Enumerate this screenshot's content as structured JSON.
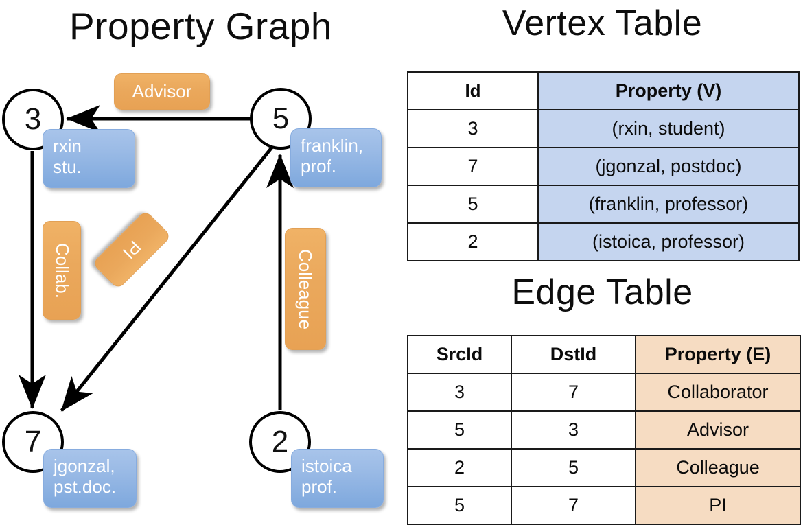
{
  "titles": {
    "property_graph": "Property Graph",
    "vertex_table": "Vertex Table",
    "edge_table": "Edge Table"
  },
  "graph": {
    "nodes": [
      {
        "id": "3",
        "property_lines": [
          "rxin",
          "stu."
        ]
      },
      {
        "id": "5",
        "property_lines": [
          "franklin,",
          "prof."
        ]
      },
      {
        "id": "7",
        "property_lines": [
          "jgonzal,",
          "pst.doc."
        ]
      },
      {
        "id": "2",
        "property_lines": [
          "istoica",
          "prof."
        ]
      }
    ],
    "edge_labels": [
      {
        "name": "advisor",
        "text": "Advisor"
      },
      {
        "name": "collab",
        "text": "Collab."
      },
      {
        "name": "pi",
        "text": "PI"
      },
      {
        "name": "colleague",
        "text": "Colleague"
      }
    ],
    "edges": [
      {
        "src": "5",
        "dst": "3",
        "label": "Advisor"
      },
      {
        "src": "3",
        "dst": "7",
        "label": "Collab."
      },
      {
        "src": "5",
        "dst": "7",
        "label": "PI"
      },
      {
        "src": "2",
        "dst": "5",
        "label": "Colleague"
      }
    ]
  },
  "vertex_table": {
    "headers": [
      "Id",
      "Property (V)"
    ],
    "rows": [
      [
        "3",
        "(rxin, student)"
      ],
      [
        "7",
        "(jgonzal, postdoc)"
      ],
      [
        "5",
        "(franklin, professor)"
      ],
      [
        "2",
        "(istoica, professor)"
      ]
    ]
  },
  "edge_table": {
    "headers": [
      "SrcId",
      "DstId",
      "Property (E)"
    ],
    "rows": [
      [
        "3",
        "7",
        "Collaborator"
      ],
      [
        "5",
        "3",
        "Advisor"
      ],
      [
        "2",
        "5",
        "Colleague"
      ],
      [
        "5",
        "7",
        "PI"
      ]
    ]
  },
  "colors": {
    "vertex_property_fill": "#c5d5ef",
    "edge_property_fill": "#f6dcc2",
    "node_box_blue": "#9bbbe6",
    "edge_label_orange": "#eaa85c",
    "stroke": "#000000",
    "background": "#ffffff"
  }
}
